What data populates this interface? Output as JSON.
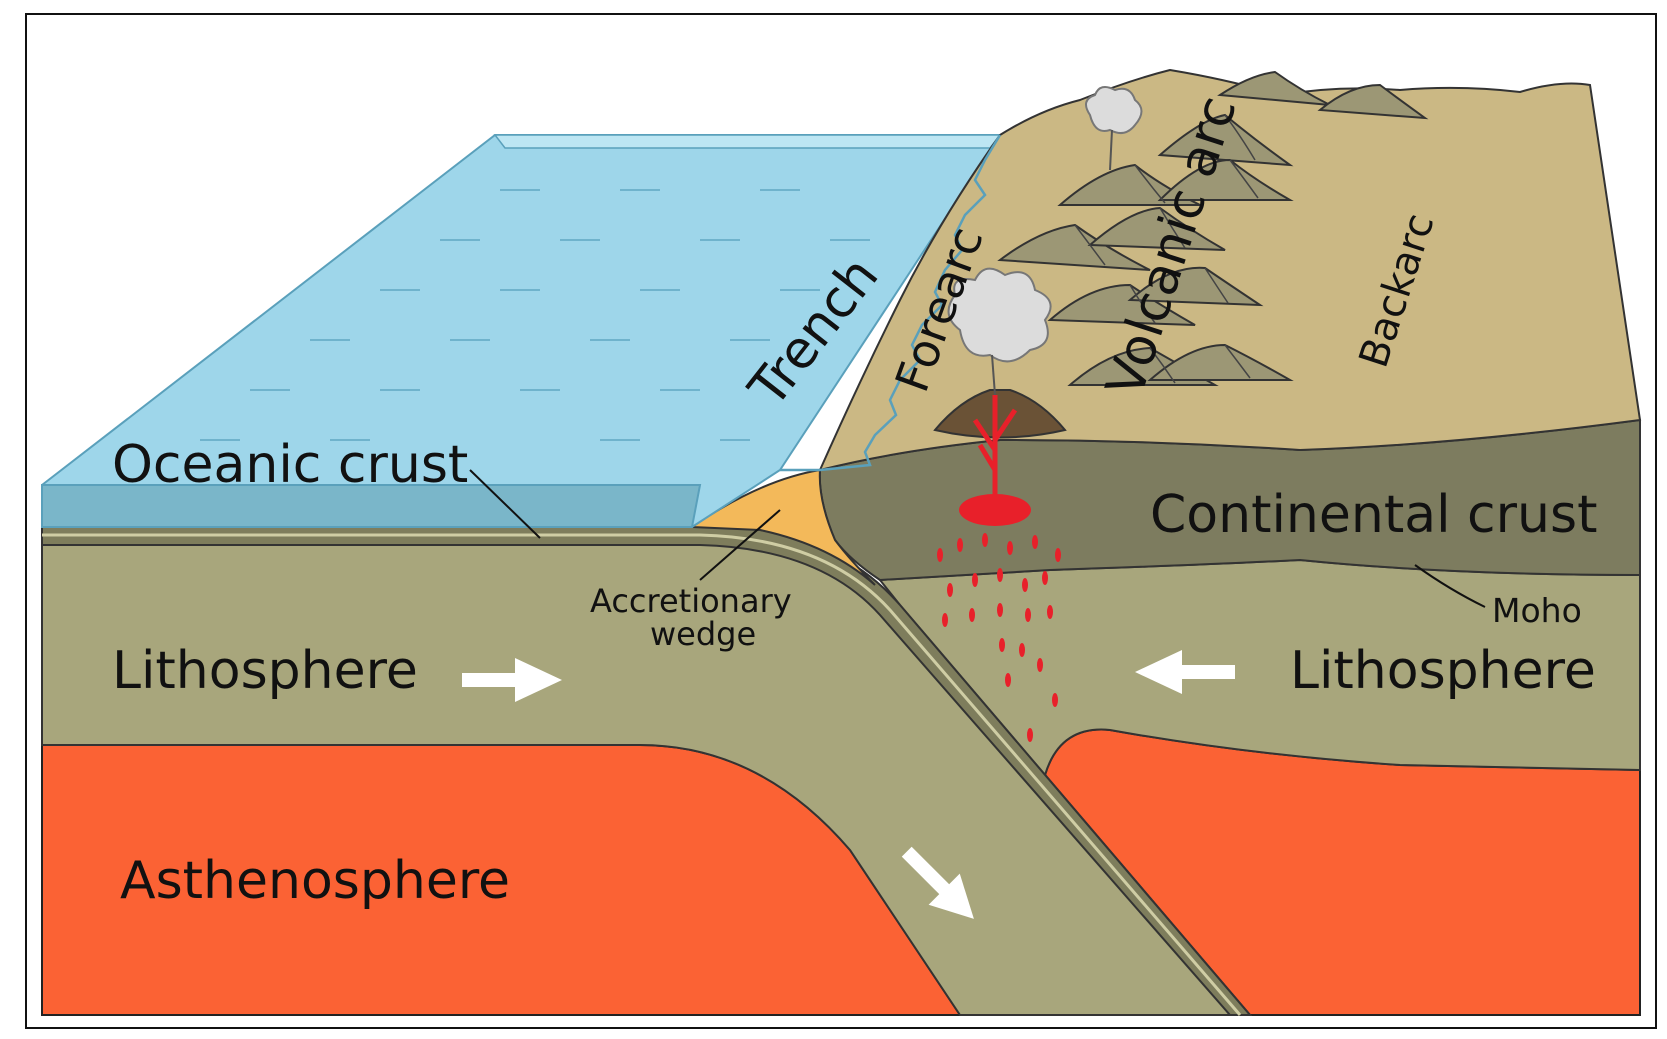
{
  "diagram": {
    "labels": {
      "oceanic_crust": "Oceanic crust",
      "trench": "Trench",
      "forearc": "Forearc",
      "volcanic_arc": "Volcanic arc",
      "backarc": "Backarc",
      "continental_crust": "Continental crust",
      "moho": "Moho",
      "accretionary_wedge_line1": "Accretionary",
      "accretionary_wedge_line2": "wedge",
      "lithosphere_left": "Lithosphere",
      "lithosphere_right": "Lithosphere",
      "asthenosphere": "Asthenosphere"
    },
    "colors": {
      "ocean_water": "#9ed6ea",
      "ocean_water_edge": "#6fb3cc",
      "continent_surface": "#cbb884",
      "continental_crust": "#7d7c5f",
      "lithosphere": "#a8a67c",
      "slab_stripe": "#7e7d5c",
      "asthenosphere": "#fb6234",
      "accretionary_wedge": "#f3b95a",
      "magma": "#e8202a",
      "volcano_ash": "#d9d9d9",
      "frame": "#111111"
    },
    "icons": [
      "arrow-right-icon",
      "arrow-left-icon",
      "arrow-down-right-icon",
      "volcano-plume-icon",
      "mountain-icon"
    ]
  }
}
